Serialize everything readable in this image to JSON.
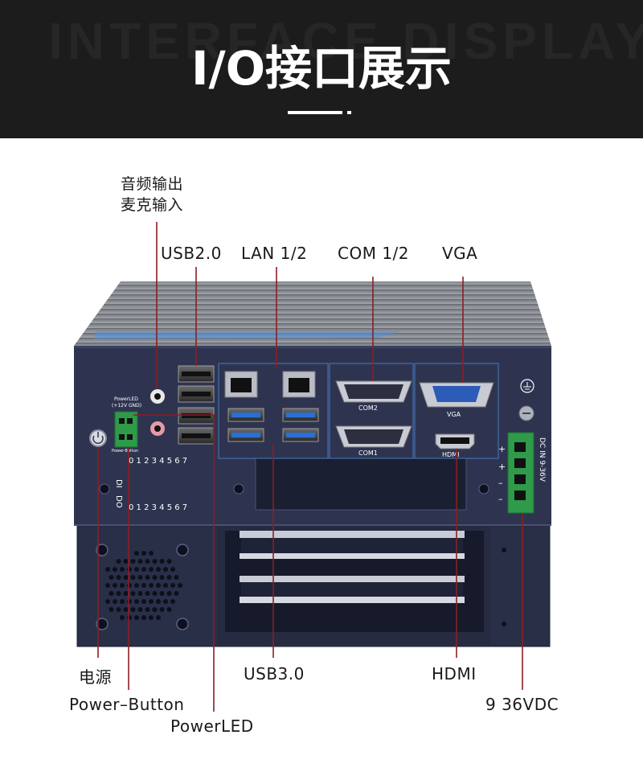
{
  "header": {
    "background_word": "INTERFACE DISPLAY",
    "title": "I/O接口展示"
  },
  "labels": {
    "audio_out": "音频输出",
    "mic_in": "麦克输入",
    "usb2": "USB2.0",
    "lan": "LAN 1/2",
    "com": "COM 1/2",
    "vga": "VGA",
    "power": "电源",
    "power_button": "Power–Button",
    "power_led": "PowerLED",
    "usb3": "USB3.0",
    "hdmi": "HDMI",
    "dc_in": "9 36VDC"
  },
  "panel": {
    "com2": "COM2",
    "com1": "COM1",
    "vga": "VGA",
    "hdmi": "HDMI",
    "dc_in": "DC IN 9-36V",
    "di": "DI",
    "do": "DO",
    "power_led_small": "PowerLED",
    "power_led_small2": "(+12V GND)",
    "power_button_small": "Power-Button",
    "dio_numbers": "0 1 2 3 4 5 6 7",
    "plus": "+",
    "minus": "–"
  },
  "colors": {
    "header_bg": "#1c1c1c",
    "chassis": "#2e3450",
    "chassis_top": "#8e9096",
    "leader_line": "#8a1f24",
    "terminal_green": "#2f9a4a",
    "accent_blue": "#3a7bd5"
  }
}
